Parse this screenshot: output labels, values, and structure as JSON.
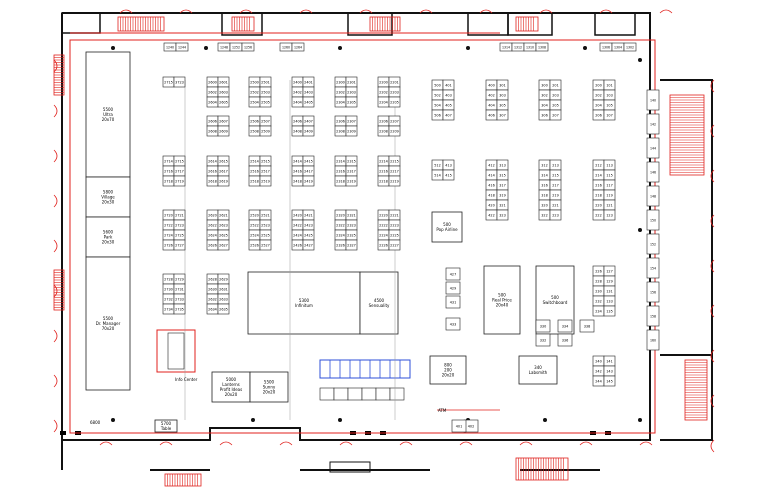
{
  "plan": {
    "booth_label_font_px": 4,
    "colors": {
      "wall": "#111111",
      "boundary": "#e0201c",
      "booth_line": "#222222",
      "exit_red": "#e0201c",
      "highlight_blue": "#2d4fd8",
      "aisle_gray": "#999999"
    },
    "top_numbers": [
      "1240",
      "1244",
      "1248",
      "1252",
      "1256",
      "1260",
      "1264",
      "1314",
      "1312",
      "1310",
      "1308",
      "1306",
      "1304",
      "1302"
    ],
    "rooms": [
      {
        "id": "r1",
        "lines": [
          "5500",
          "Ultra",
          "20x70"
        ]
      },
      {
        "id": "r2",
        "lines": [
          "5800",
          "Village",
          "20x30"
        ]
      },
      {
        "id": "r3",
        "lines": [
          "5600",
          "Park",
          "20x30"
        ]
      },
      {
        "id": "r4",
        "lines": [
          "5500",
          "Dr. Manager",
          "70x20"
        ]
      },
      {
        "id": "r5",
        "lines": [
          "5300",
          "Infinitum"
        ]
      },
      {
        "id": "r6",
        "lines": [
          "4500",
          "Sensuality"
        ]
      },
      {
        "id": "r7",
        "lines": [
          "5000",
          "Lanterns",
          "Profit Ideas",
          "20x20"
        ]
      },
      {
        "id": "r8",
        "lines": [
          "5500",
          "Sunny",
          "20x20"
        ]
      },
      {
        "id": "r9",
        "lines": [
          "500",
          "Pop Airline"
        ]
      },
      {
        "id": "r10",
        "lines": [
          "500",
          "Real Price",
          "20x40"
        ]
      },
      {
        "id": "r11",
        "lines": [
          "500",
          "Switchboard"
        ]
      },
      {
        "id": "r12",
        "lines": [
          "800",
          "200",
          "20x20"
        ]
      },
      {
        "id": "r13",
        "lines": [
          "340",
          "Labsmith"
        ]
      },
      {
        "id": "r14",
        "lines": [
          "5700",
          "Table"
        ]
      }
    ],
    "small_labels": {
      "stairs_left": "Info Center",
      "atm": "ATM",
      "exit_bottom": "6800"
    },
    "booth_columns": [
      {
        "id": "c1",
        "groups": [
          {
            "rows": [
              [
                "2715",
                "3723"
              ]
            ]
          },
          {
            "rows": [
              [
                "2714",
                "2715"
              ],
              [
                "2716",
                "2717"
              ],
              [
                "2718",
                "2719"
              ]
            ]
          },
          {
            "rows": [
              [
                "2720",
                "2721"
              ],
              [
                "2722",
                "2723"
              ],
              [
                "2724",
                "2725"
              ],
              [
                "2726",
                "2727"
              ]
            ]
          },
          {
            "rows": [
              [
                "2728",
                "2729"
              ],
              [
                "2730",
                "2731"
              ],
              [
                "2732",
                "2733"
              ],
              [
                "2734",
                "2735"
              ]
            ]
          }
        ]
      },
      {
        "id": "c2",
        "groups": [
          {
            "rows": [
              [
                "2600",
                "2601"
              ],
              [
                "2602",
                "2603"
              ],
              [
                "2604",
                "2605"
              ]
            ]
          },
          {
            "rows": [
              [
                "2606",
                "2607"
              ],
              [
                "2608",
                "2609"
              ]
            ]
          },
          {
            "rows": [
              [
                "2614",
                "2615"
              ],
              [
                "2616",
                "2617"
              ],
              [
                "2618",
                "2619"
              ]
            ]
          },
          {
            "rows": [
              [
                "2620",
                "2621"
              ],
              [
                "2622",
                "2623"
              ],
              [
                "2624",
                "2625"
              ],
              [
                "2626",
                "2627"
              ]
            ]
          },
          {
            "rows": [
              [
                "2628",
                "2629"
              ],
              [
                "2630",
                "2631"
              ],
              [
                "2632",
                "2633"
              ],
              [
                "2634",
                "2635"
              ]
            ]
          }
        ]
      },
      {
        "id": "c3",
        "groups": [
          {
            "rows": [
              [
                "2500",
                "2501"
              ],
              [
                "2502",
                "2503"
              ],
              [
                "2504",
                "2505"
              ]
            ]
          },
          {
            "rows": [
              [
                "2506",
                "2507"
              ],
              [
                "2508",
                "2509"
              ]
            ]
          },
          {
            "rows": [
              [
                "2514",
                "2515"
              ],
              [
                "2516",
                "2517"
              ],
              [
                "2518",
                "2519"
              ]
            ]
          },
          {
            "rows": [
              [
                "2520",
                "2521"
              ],
              [
                "2522",
                "2523"
              ],
              [
                "2524",
                "2525"
              ],
              [
                "2526",
                "2527"
              ]
            ]
          }
        ]
      },
      {
        "id": "c4",
        "groups": [
          {
            "rows": [
              [
                "2400",
                "2401"
              ],
              [
                "2402",
                "2403"
              ],
              [
                "2404",
                "2405"
              ]
            ]
          },
          {
            "rows": [
              [
                "2406",
                "2407"
              ],
              [
                "2408",
                "2409"
              ]
            ]
          },
          {
            "rows": [
              [
                "2414",
                "2415"
              ],
              [
                "2416",
                "2417"
              ],
              [
                "2418",
                "2419"
              ]
            ]
          },
          {
            "rows": [
              [
                "2420",
                "2421"
              ],
              [
                "2422",
                "2423"
              ],
              [
                "2424",
                "2425"
              ],
              [
                "2426",
                "2427"
              ]
            ]
          }
        ]
      },
      {
        "id": "c5",
        "groups": [
          {
            "rows": [
              [
                "2300",
                "2301"
              ],
              [
                "2302",
                "2303"
              ],
              [
                "2304",
                "2305"
              ]
            ]
          },
          {
            "rows": [
              [
                "2306",
                "2307"
              ],
              [
                "2308",
                "2309"
              ]
            ]
          },
          {
            "rows": [
              [
                "2314",
                "2315"
              ],
              [
                "2316",
                "2317"
              ],
              [
                "2318",
                "2319"
              ]
            ]
          },
          {
            "rows": [
              [
                "2320",
                "2321"
              ],
              [
                "2322",
                "2323"
              ],
              [
                "2324",
                "2325"
              ],
              [
                "2326",
                "2327"
              ]
            ]
          }
        ]
      },
      {
        "id": "c6",
        "groups": [
          {
            "rows": [
              [
                "2200",
                "2201"
              ],
              [
                "2202",
                "2203"
              ],
              [
                "2204",
                "2205"
              ]
            ]
          },
          {
            "rows": [
              [
                "2206",
                "2207"
              ],
              [
                "2208",
                "2209"
              ]
            ]
          },
          {
            "rows": [
              [
                "2214",
                "2215"
              ],
              [
                "2216",
                "2217"
              ],
              [
                "2218",
                "2219"
              ]
            ]
          },
          {
            "rows": [
              [
                "2220",
                "2221"
              ],
              [
                "2222",
                "2223"
              ],
              [
                "2224",
                "2225"
              ],
              [
                "2226",
                "2227"
              ]
            ]
          }
        ]
      },
      {
        "id": "c7",
        "groups": [
          {
            "rows": [
              [
                "500",
                "401"
              ],
              [
                "502",
                "403"
              ],
              [
                "504",
                "405"
              ],
              [
                "506",
                "407"
              ]
            ]
          },
          {
            "rows": [
              [
                "512",
                "413"
              ],
              [
                "514",
                "415"
              ]
            ]
          }
        ]
      },
      {
        "id": "c8",
        "groups": [
          {
            "rows": [
              [
                "400",
                "301"
              ],
              [
                "402",
                "303"
              ],
              [
                "404",
                "305"
              ],
              [
                "406",
                "307"
              ]
            ]
          },
          {
            "rows": [
              [
                "412",
                "313"
              ],
              [
                "414",
                "315"
              ],
              [
                "416",
                "317"
              ],
              [
                "418",
                "319"
              ],
              [
                "420",
                "321"
              ],
              [
                "422",
                "323"
              ]
            ]
          }
        ]
      },
      {
        "id": "c9",
        "groups": [
          {
            "rows": [
              [
                "300",
                "201"
              ],
              [
                "302",
                "203"
              ],
              [
                "304",
                "205"
              ],
              [
                "306",
                "207"
              ]
            ]
          },
          {
            "rows": [
              [
                "312",
                "213"
              ],
              [
                "314",
                "215"
              ],
              [
                "316",
                "217"
              ],
              [
                "318",
                "219"
              ],
              [
                "320",
                "221"
              ],
              [
                "322",
                "223"
              ]
            ]
          }
        ]
      },
      {
        "id": "c10",
        "groups": [
          {
            "rows": [
              [
                "200",
                "101"
              ],
              [
                "202",
                "103"
              ],
              [
                "204",
                "105"
              ],
              [
                "206",
                "107"
              ]
            ]
          },
          {
            "rows": [
              [
                "212",
                "113"
              ],
              [
                "214",
                "115"
              ],
              [
                "216",
                "117"
              ],
              [
                "218",
                "119"
              ],
              [
                "220",
                "121"
              ],
              [
                "222",
                "123"
              ]
            ]
          },
          {
            "rows": [
              [
                "226",
                "127"
              ],
              [
                "228",
                "129"
              ],
              [
                "230",
                "131"
              ],
              [
                "232",
                "133"
              ],
              [
                "234",
                "135"
              ]
            ]
          },
          {
            "rows": [
              [
                "240",
                "141"
              ],
              [
                "242",
                "143"
              ],
              [
                "244",
                "145"
              ]
            ]
          }
        ]
      }
    ],
    "right_column_labels": [
      "140",
      "142",
      "144",
      "146",
      "148",
      "150",
      "152",
      "154",
      "156",
      "158",
      "160"
    ],
    "small_booths_misc": [
      "427",
      "429",
      "431",
      "433",
      "402",
      "401",
      "330",
      "332",
      "334",
      "336",
      "338"
    ]
  }
}
